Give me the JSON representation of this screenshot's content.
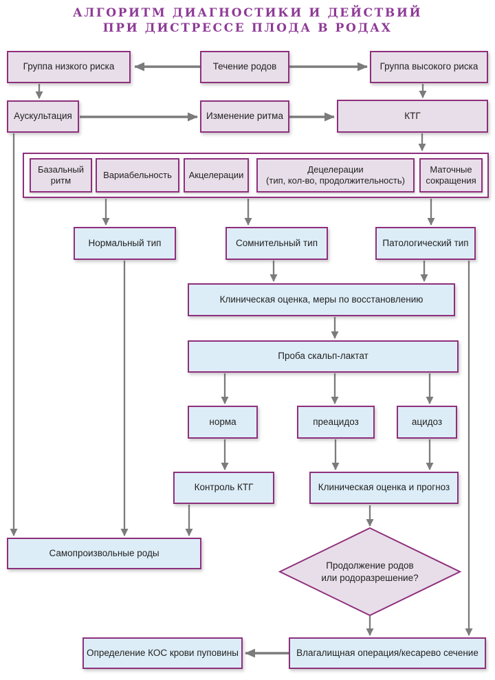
{
  "title": {
    "line1": "АЛГОРИТМ ДИАГНОСТИКИ И ДЕЙСТВИЙ",
    "line2": "ПРИ ДИСТРЕССЕ ПЛОДА В РОДАХ"
  },
  "colors": {
    "title_text": "#8e3a96",
    "box_border": "#8e2f7c",
    "lavender_fill": "#e8dee9",
    "blue_fill": "#ddedf7",
    "diamond_fill": "#e8dee9",
    "arrow_gray": "#7b7b7b"
  },
  "nodes": {
    "low_risk": {
      "label": "Группа низкого риска"
    },
    "labor_course": {
      "label": "Течение родов"
    },
    "high_risk": {
      "label": "Группа высокого риска"
    },
    "auscultation": {
      "label": "Аускультация"
    },
    "rhythm_change": {
      "label": "Изменение ритма"
    },
    "ctg": {
      "label": "КТГ"
    },
    "basal_rhythm": {
      "label": "Базальный\nритм"
    },
    "variability": {
      "label": "Вариабельность"
    },
    "accelerations": {
      "label": "Акцелерации"
    },
    "decelerations": {
      "label": "Децелерации\n(тип, кол-во, продолжительность)"
    },
    "uterine_contractions": {
      "label": "Маточные\nсокращения"
    },
    "normal_type": {
      "label": "Нормальный тип"
    },
    "doubtful_type": {
      "label": "Сомнительный тип"
    },
    "pathological_type": {
      "label": "Патологический тип"
    },
    "clinical_recovery": {
      "label": "Клиническая оценка, меры по восстановлению"
    },
    "scalp_lactate": {
      "label": "Проба скальп-лактат"
    },
    "norm": {
      "label": "норма"
    },
    "preacidosis": {
      "label": "преацидоз"
    },
    "acidosis": {
      "label": "ацидоз"
    },
    "ctg_control": {
      "label": "Контроль КТГ"
    },
    "clinical_prognosis": {
      "label": "Клиническая оценка и прогноз"
    },
    "spontaneous_birth": {
      "label": "Самопроизвольные роды"
    },
    "decision": {
      "label": "Продолжение родов\nили родоразрешение?"
    },
    "vaginal_op": {
      "label": "Влагалищная операция/кесарево сечение"
    },
    "cord_blood": {
      "label": "Определение КОС крови пуповины"
    }
  }
}
